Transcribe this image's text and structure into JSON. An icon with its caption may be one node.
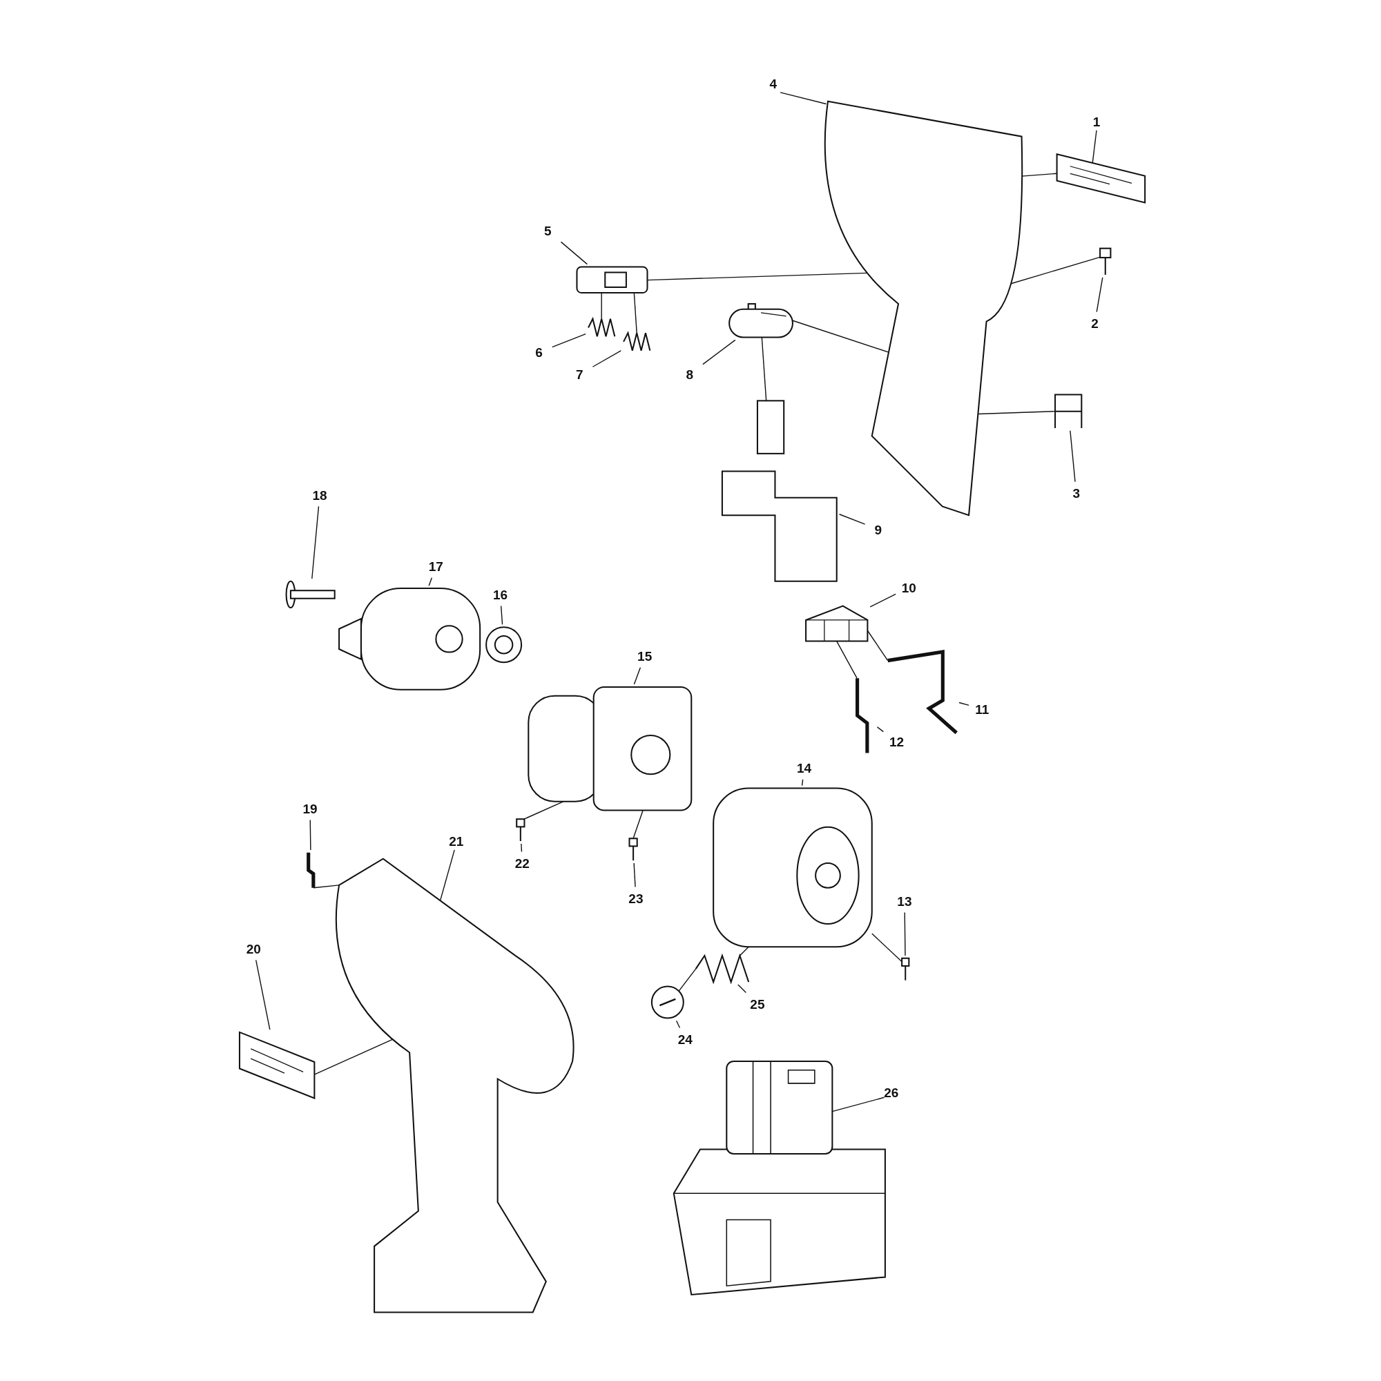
{
  "diagram": {
    "nodes": [
      {
        "text": [
          "1"
        ]
      },
      {
        "text": [
          "2"
        ]
      },
      {
        "text": [
          "3"
        ]
      },
      {
        "text": [
          "4"
        ]
      },
      {
        "text": [
          "5"
        ]
      },
      {
        "text": [
          "6"
        ]
      },
      {
        "text": [
          "7"
        ]
      },
      {
        "text": [
          "8"
        ]
      },
      {
        "text": [
          "9"
        ]
      },
      {
        "text": [
          "10"
        ]
      },
      {
        "text": [
          "11"
        ]
      },
      {
        "text": [
          "12"
        ]
      },
      {
        "text": [
          "13"
        ]
      },
      {
        "text": [
          "14"
        ]
      },
      {
        "text": [
          "15"
        ]
      },
      {
        "text": [
          "16"
        ]
      },
      {
        "text": [
          "17"
        ]
      },
      {
        "text": [
          "18"
        ]
      },
      {
        "text": [
          "19"
        ]
      },
      {
        "text": [
          "20"
        ]
      },
      {
        "text": [
          "21"
        ]
      },
      {
        "text": [
          "22"
        ]
      },
      {
        "text": [
          "23"
        ]
      },
      {
        "text": [
          "24"
        ]
      },
      {
        "text": [
          "25"
        ]
      },
      {
        "text": [
          "26"
        ]
      },
      {
        "text": [],
        "shape": "picture"
      },
      {
        "text": [],
        "shape": "picture"
      },
      {
        "text": [],
        "shape": "picture"
      },
      {
        "text": [],
        "shape": "picture"
      },
      {
        "text": [],
        "shape": "picture"
      },
      {
        "text": [],
        "shape": "picture"
      },
      {
        "text": [],
        "shape": "picture"
      },
      {
        "text": [],
        "shape": "picture"
      },
      {
        "text": [],
        "shape": "picture"
      },
      {
        "text": [],
        "shape": "picture"
      },
      {
        "text": [],
        "shape": "picture"
      },
      {
        "text": [],
        "shape": "picture"
      },
      {
        "text": [],
        "shape": "picture"
      },
      {
        "text": [],
        "shape": "picture"
      },
      {
        "text": [],
        "shape": "picture"
      },
      {
        "text": [],
        "shape": "picture"
      },
      {
        "text": [],
        "shape": "picture"
      },
      {
        "text": [],
        "shape": "picture"
      },
      {
        "text": [],
        "shape": "picture"
      },
      {
        "text": [],
        "shape": "picture"
      },
      {
        "text": [],
        "shape": "picture"
      },
      {
        "text": [],
        "shape": "picture"
      },
      {
        "text": [],
        "shape": "picture"
      },
      {
        "text": [],
        "shape": "picture"
      },
      {
        "text": [],
        "shape": "picture"
      },
      {
        "text": [],
        "shape": "picture"
      }
    ],
    "edges": [
      {
        "from": 0,
        "to": 26,
        "arrow": "none"
      },
      {
        "from": 1,
        "to": 27,
        "arrow": "none"
      },
      {
        "from": 2,
        "to": 28,
        "arrow": "none"
      },
      {
        "from": 3,
        "to": 29,
        "arrow": "none"
      },
      {
        "from": 4,
        "to": 30,
        "arrow": "none"
      },
      {
        "from": 5,
        "to": 31,
        "arrow": "none"
      },
      {
        "from": 6,
        "to": 32,
        "arrow": "none"
      },
      {
        "from": 7,
        "to": 33,
        "arrow": "none"
      },
      {
        "from": 8,
        "to": 34,
        "arrow": "none"
      },
      {
        "from": 9,
        "to": 35,
        "arrow": "none"
      },
      {
        "from": 10,
        "to": 36,
        "arrow": "none"
      },
      {
        "from": 11,
        "to": 37,
        "arrow": "none"
      },
      {
        "from": 12,
        "to": 38,
        "arrow": "none"
      },
      {
        "from": 13,
        "to": 39,
        "arrow": "none"
      },
      {
        "from": 14,
        "to": 40,
        "arrow": "none"
      },
      {
        "from": 15,
        "to": 41,
        "arrow": "none"
      },
      {
        "from": 16,
        "to": 42,
        "arrow": "none"
      },
      {
        "from": 17,
        "to": 43,
        "arrow": "none"
      },
      {
        "from": 18,
        "to": 44,
        "arrow": "none"
      },
      {
        "from": 19,
        "to": 45,
        "arrow": "none"
      },
      {
        "from": 20,
        "to": 46,
        "arrow": "none"
      },
      {
        "from": 21,
        "to": 47,
        "arrow": "none"
      },
      {
        "from": 22,
        "to": 48,
        "arrow": "none"
      },
      {
        "from": 23,
        "to": 49,
        "arrow": "none"
      },
      {
        "from": 24,
        "to": 50,
        "arrow": "none"
      },
      {
        "from": 25,
        "to": 51,
        "arrow": "none"
      },
      {
        "from": 26,
        "to": 29,
        "arrow": "none"
      },
      {
        "from": 27,
        "to": 29,
        "arrow": "none"
      },
      {
        "from": 28,
        "to": 29,
        "arrow": "none"
      },
      {
        "from": 30,
        "to": 29,
        "arrow": "none"
      },
      {
        "from": 30,
        "to": 31,
        "arrow": "none"
      },
      {
        "from": 30,
        "to": 32,
        "arrow": "none"
      },
      {
        "from": 33,
        "to": 29,
        "arrow": "none"
      },
      {
        "from": 33,
        "to": 34,
        "arrow": "none"
      },
      {
        "from": 35,
        "to": 36,
        "arrow": "none"
      },
      {
        "from": 35,
        "to": 37,
        "arrow": "none"
      },
      {
        "from": 38,
        "to": 39,
        "arrow": "none"
      },
      {
        "from": 47,
        "to": 40,
        "arrow": "none"
      },
      {
        "from": 48,
        "to": 40,
        "arrow": "none"
      },
      {
        "from": 49,
        "to": 50,
        "arrow": "none"
      },
      {
        "from": 50,
        "to": 39,
        "arrow": "none"
      },
      {
        "from": 44,
        "to": 46,
        "arrow": "none"
      },
      {
        "from": 45,
        "to": 46,
        "arrow": "none"
      }
    ]
  }
}
